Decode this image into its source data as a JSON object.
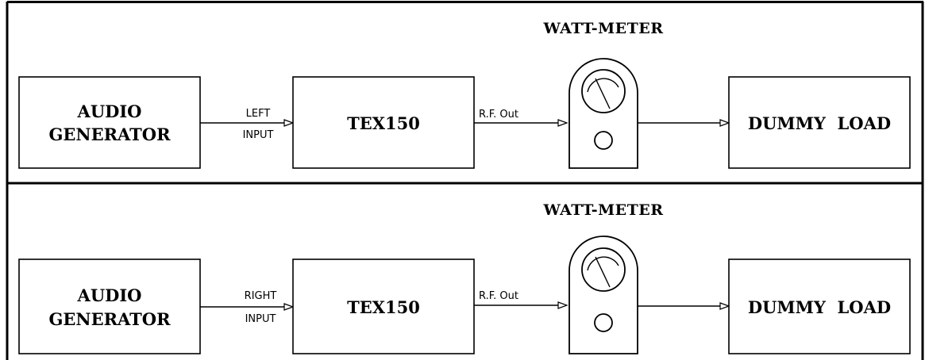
{
  "rows": [
    {
      "generator": [
        "AUDIO",
        "GENERATOR"
      ],
      "input_label": [
        "LEFT",
        "INPUT"
      ],
      "tx": "TEX150",
      "rf_label": "R.F. Out",
      "meter_title": "WATT-METER",
      "load": "DUMMY  LOAD"
    },
    {
      "generator": [
        "AUDIO",
        "GENERATOR"
      ],
      "input_label": [
        "RIGHT",
        "INPUT"
      ],
      "tx": "TEX150",
      "rf_label": "R.F. Out",
      "meter_title": "WATT-METER",
      "load": "DUMMY  LOAD"
    }
  ]
}
